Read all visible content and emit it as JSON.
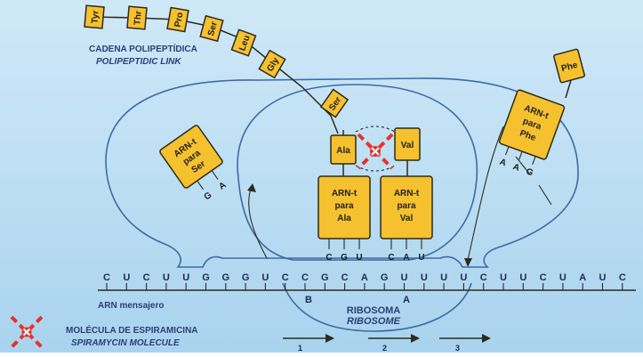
{
  "chain": {
    "caption": "CADENA POLIPEPTÍDICA",
    "caption_en": "POLIPEPTIDIC LINK",
    "residues": [
      "Tyr",
      "Thr",
      "Pro",
      "Ser",
      "Leu",
      "Gly",
      "Ser"
    ]
  },
  "trna": {
    "ser": {
      "lines": [
        "ARN-t",
        "para",
        "Ser"
      ],
      "anticodon": [
        "G",
        "A"
      ]
    },
    "ala": {
      "amino": "Ala",
      "lines": [
        "ARN-t",
        "para",
        "Ala"
      ],
      "anticodon": [
        "C",
        "G",
        "U"
      ]
    },
    "val": {
      "amino": "Val",
      "lines": [
        "ARN-t",
        "para",
        "Val"
      ],
      "anticodon": [
        "C",
        "A",
        "U"
      ]
    },
    "phe": {
      "amino": "Phe",
      "lines": [
        "ARN-t",
        "para",
        "Phe"
      ],
      "anticodon": [
        "A",
        "A",
        "G"
      ]
    }
  },
  "mrna": {
    "sequence": [
      "C",
      "U",
      "C",
      "U",
      "U",
      "G",
      "G",
      "G",
      "U",
      "C",
      "C",
      "G",
      "C",
      "A",
      "G",
      "U",
      "U",
      "U",
      "U",
      "C",
      "U",
      "U",
      "C",
      "U",
      "A",
      "U",
      "C"
    ],
    "label": "ARN mensajero",
    "sites": [
      "B",
      "A"
    ]
  },
  "ribosome": {
    "label": "RIBOSOMA",
    "label_en": "RIBOSOME"
  },
  "legend": {
    "title": "MOLÉCULA DE ESPIRAMICINA",
    "title_en": "SPIRAMYCIN MOLECULE"
  },
  "steps": [
    "1",
    "2",
    "3"
  ],
  "colors": {
    "trna_fill": "#f6c12f",
    "spiramycin": "#e8322b",
    "ribosome_outline": "#3d6aa8",
    "background": "#c4e3f5"
  }
}
